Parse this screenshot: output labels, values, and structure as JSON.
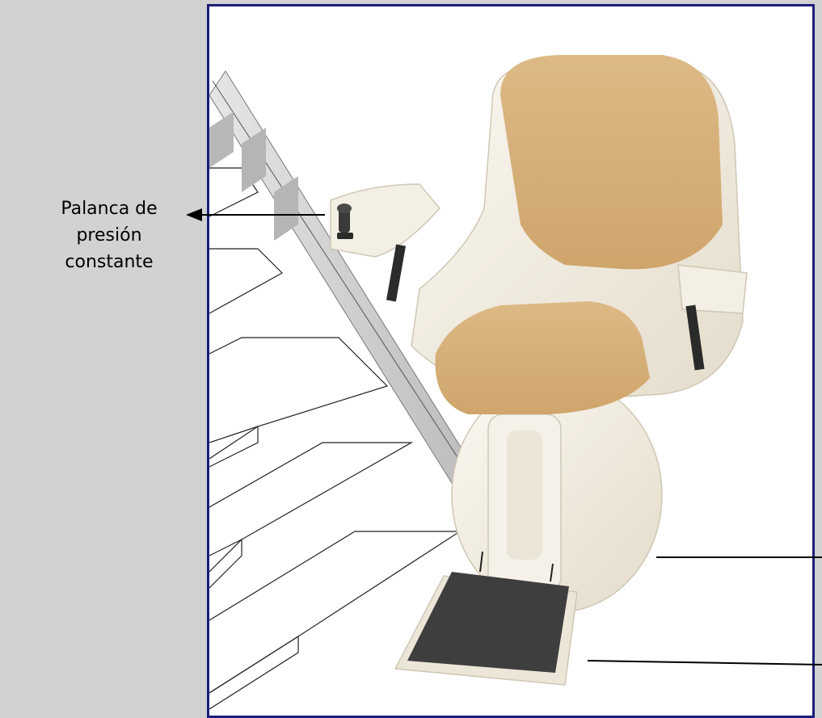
{
  "callouts": {
    "pressure_lever": "Palanca de\npresión\nconstante"
  },
  "colors": {
    "background": "#d2d2d2",
    "frame_border": "#1b1f7a",
    "upholstery": "#d7b07a",
    "shell": "#f2ede2",
    "footrest": "#3e3e3e"
  },
  "icons": {
    "pointer_arrow": "arrow-left",
    "product": "stairlift-chair"
  }
}
